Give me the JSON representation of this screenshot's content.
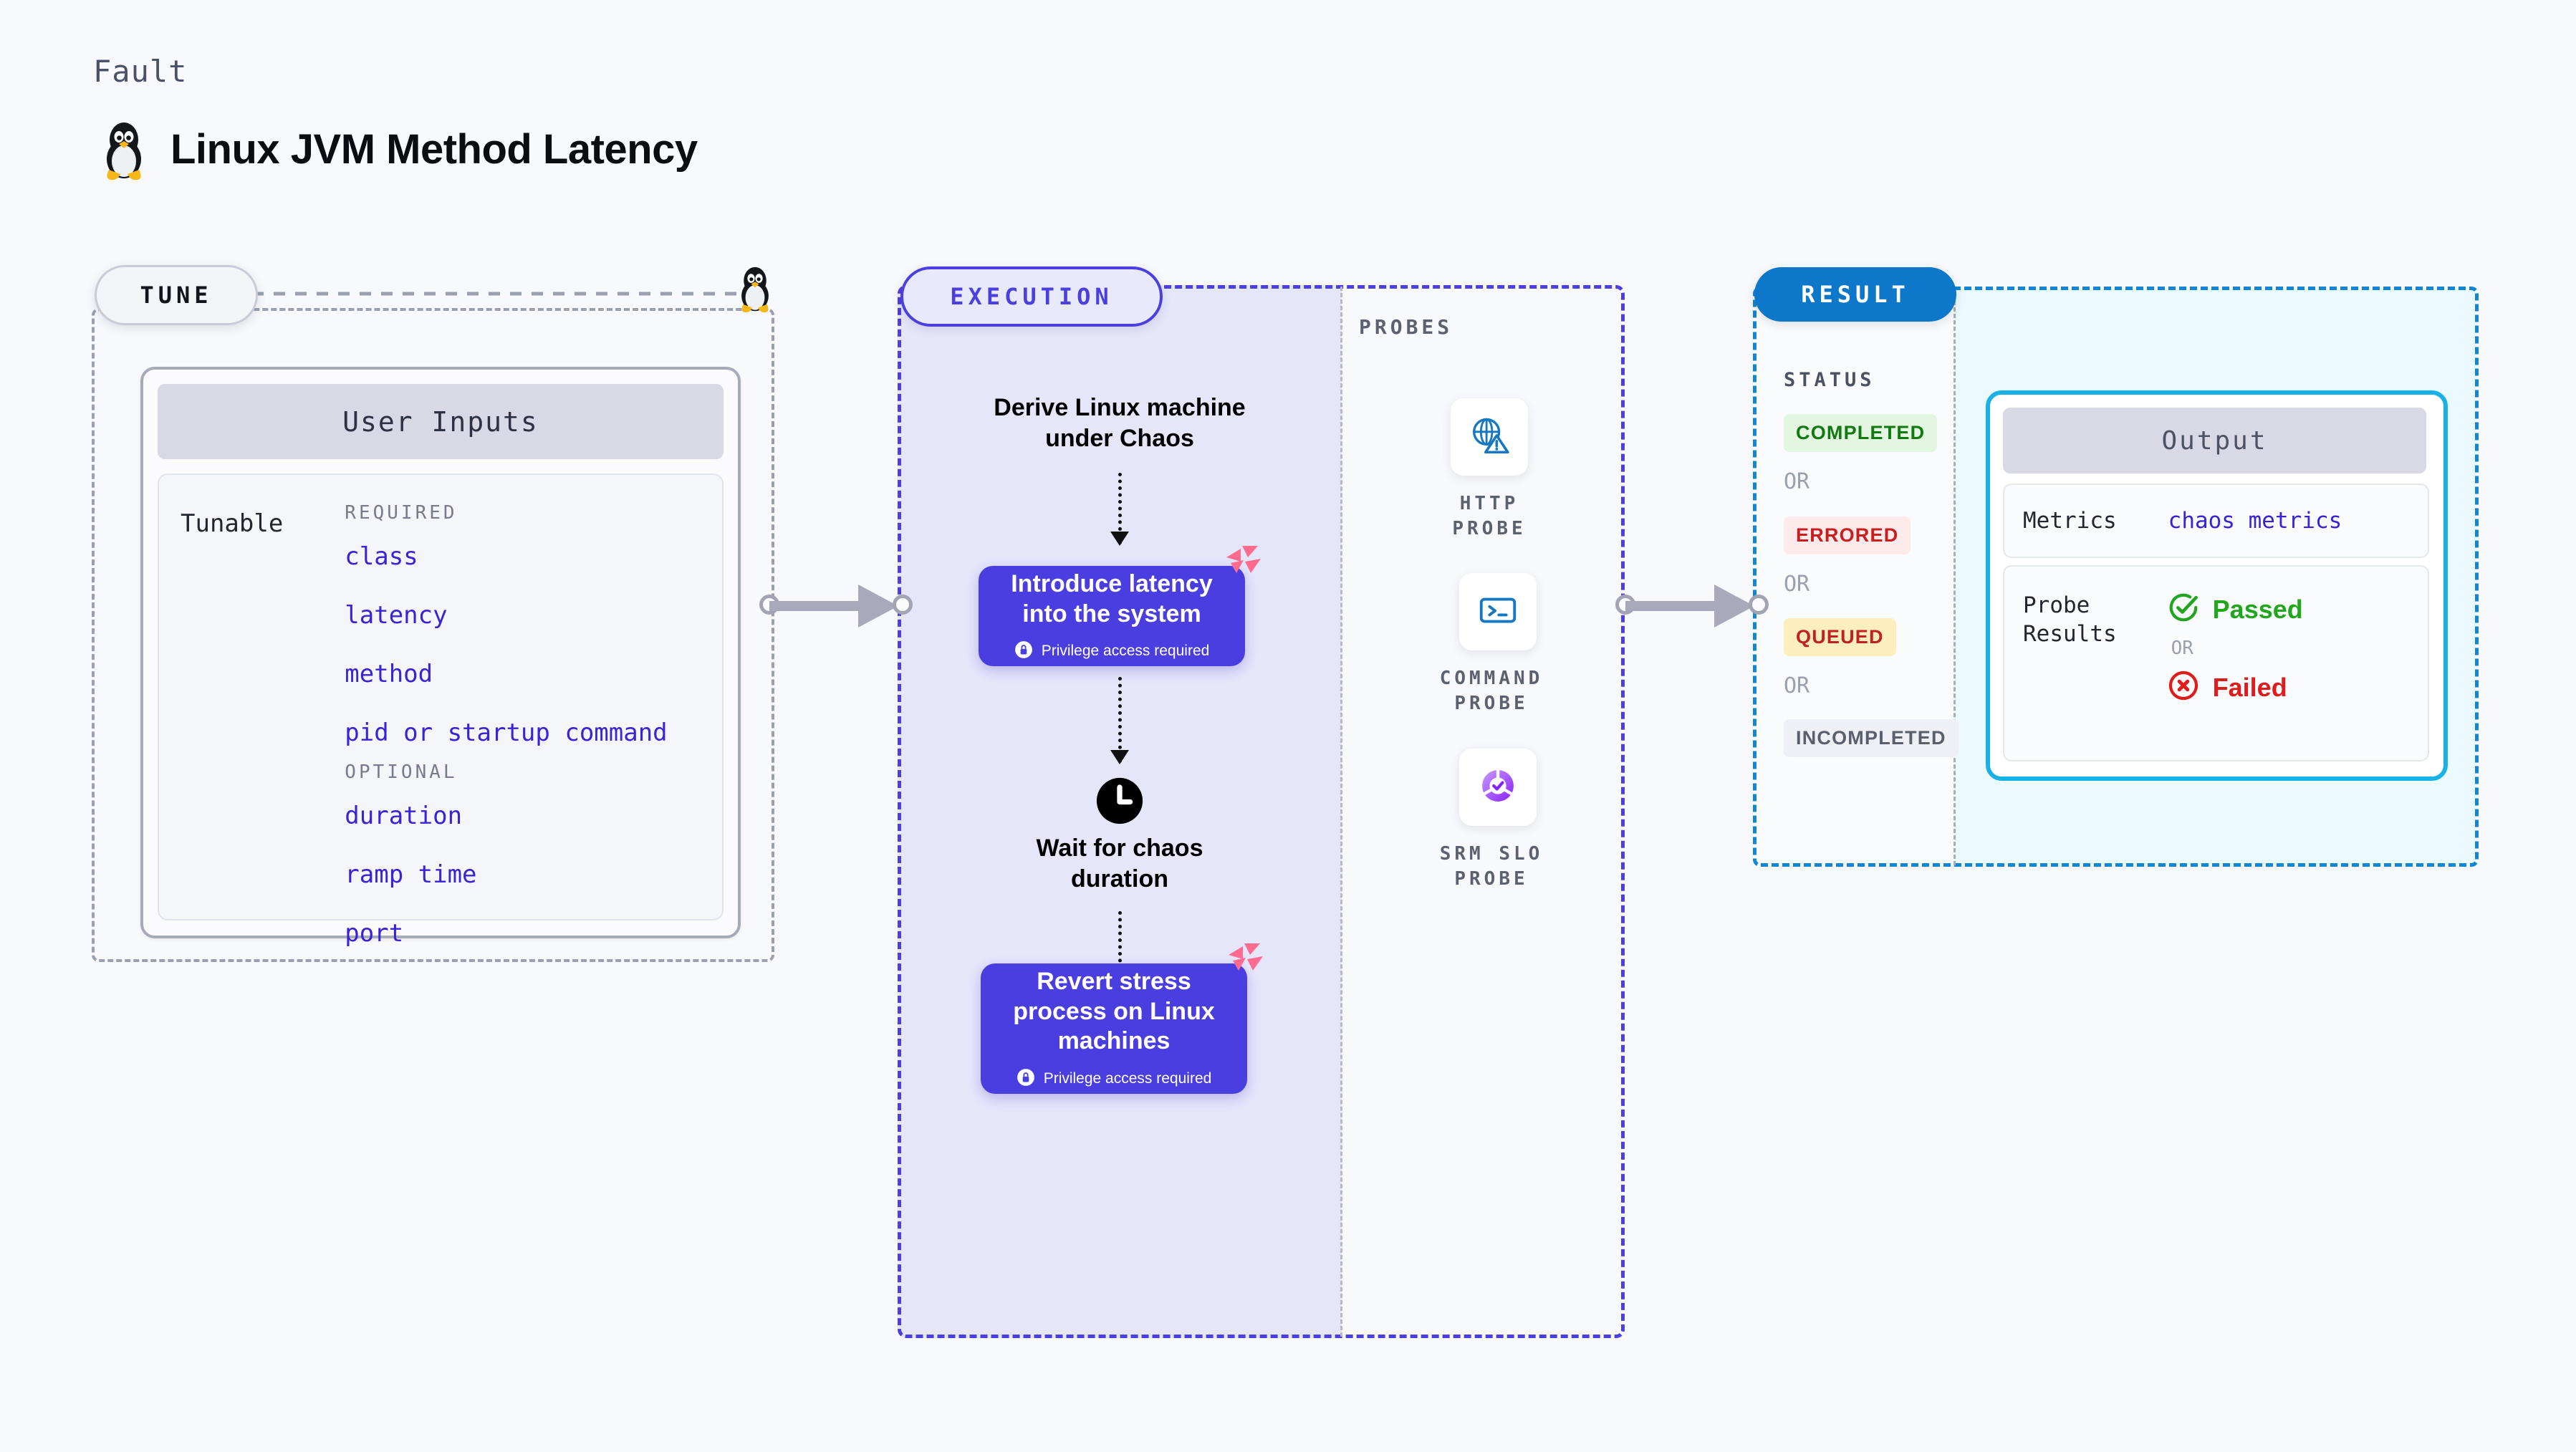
{
  "header": {
    "eyebrow": "Fault",
    "title": "Linux JVM Method Latency",
    "icon": "linux-penguin-icon"
  },
  "tune": {
    "pill_label": "TUNE",
    "card_title": "User Inputs",
    "tunable_label": "Tunable",
    "groups": [
      {
        "heading": "REQUIRED",
        "items": [
          "class",
          "latency",
          "method",
          "pid or startup command"
        ]
      },
      {
        "heading": "OPTIONAL",
        "items": [
          "duration",
          "ramp time",
          "port"
        ]
      }
    ]
  },
  "execution": {
    "pill_label": "EXECUTION",
    "step1_heading": "Derive Linux machine\nunder Chaos",
    "card1": {
      "title": "Introduce latency\ninto the system",
      "privilege_note": "Privilege access required",
      "lock_icon": "lock-icon",
      "brand_icon": "harness-logo-icon"
    },
    "wait_heading": "Wait for chaos\nduration",
    "clock_icon": "clock-icon",
    "card2": {
      "title": "Revert stress\nprocess on Linux\nmachines",
      "privilege_note": "Privilege access required",
      "lock_icon": "lock-icon",
      "brand_icon": "harness-logo-icon"
    }
  },
  "probes": {
    "section_label": "PROBES",
    "items": [
      {
        "name": "HTTP PROBE",
        "icon": "globe-warning-icon"
      },
      {
        "name": "COMMAND PROBE",
        "icon": "terminal-icon"
      },
      {
        "name": "SRM SLO PROBE",
        "icon": "slo-donut-check-icon"
      }
    ]
  },
  "result": {
    "pill_label": "RESULT",
    "status_label": "STATUS",
    "or_label": "OR",
    "statuses": [
      {
        "label": "COMPLETED",
        "fg": "#10790f",
        "bg": "#e3f6e1"
      },
      {
        "label": "ERRORED",
        "fg": "#cb1d1d",
        "bg": "#fdeaea"
      },
      {
        "label": "QUEUED",
        "fg": "#c02121",
        "bg": "#fdeebd"
      },
      {
        "label": "INCOMPLETED",
        "fg": "#5a5f6e",
        "bg": "#eef0f5"
      }
    ],
    "output": {
      "title": "Output",
      "metrics_key": "Metrics",
      "metrics_value": "chaos metrics",
      "probe_results_key": "Probe\nResults",
      "passed_label": "Passed",
      "failed_label": "Failed",
      "or_label": "OR",
      "passed_icon": "check-circle-icon",
      "failed_icon": "x-circle-icon"
    }
  },
  "colors": {
    "accent_purple": "#4c3fe0",
    "accent_blue": "#0d77ca",
    "output_border": "#17b1e8",
    "harness_pink": "#ff6c8f",
    "code_blue": "#3923d6",
    "page_bg": "#f8f9fc"
  }
}
